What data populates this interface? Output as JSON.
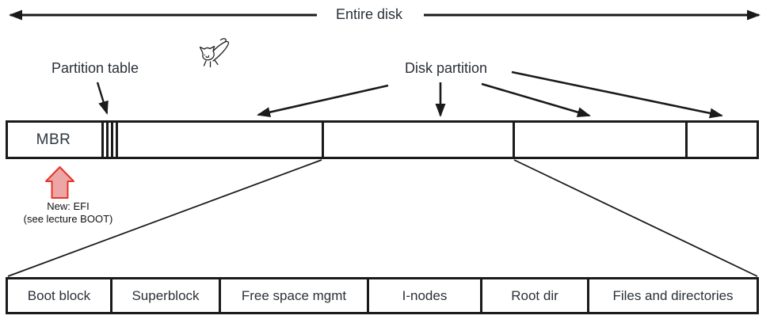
{
  "diagram": {
    "type": "disk-layout",
    "labels": {
      "entire_disk": "Entire disk",
      "partition_table": "Partition table",
      "disk_partition": "Disk partition"
    },
    "main_bar": {
      "mbr_label": "MBR",
      "partition_table_stripes": 3,
      "partition_count": 4
    },
    "efi_note": {
      "line1": "New: EFI",
      "line2": "(see lecture BOOT)"
    },
    "bottom_bar": {
      "cells": [
        "Boot block",
        "Superblock",
        "Free space mgmt",
        "I-nodes",
        "Root dir",
        "Files and directories"
      ]
    },
    "icons": {
      "doodle": "cat-doodle"
    },
    "colors": {
      "line": "#1a1a1a",
      "text": "#2b3037",
      "efi_arrow_fill": "#eca6a5",
      "efi_arrow_stroke": "#e63329"
    }
  }
}
